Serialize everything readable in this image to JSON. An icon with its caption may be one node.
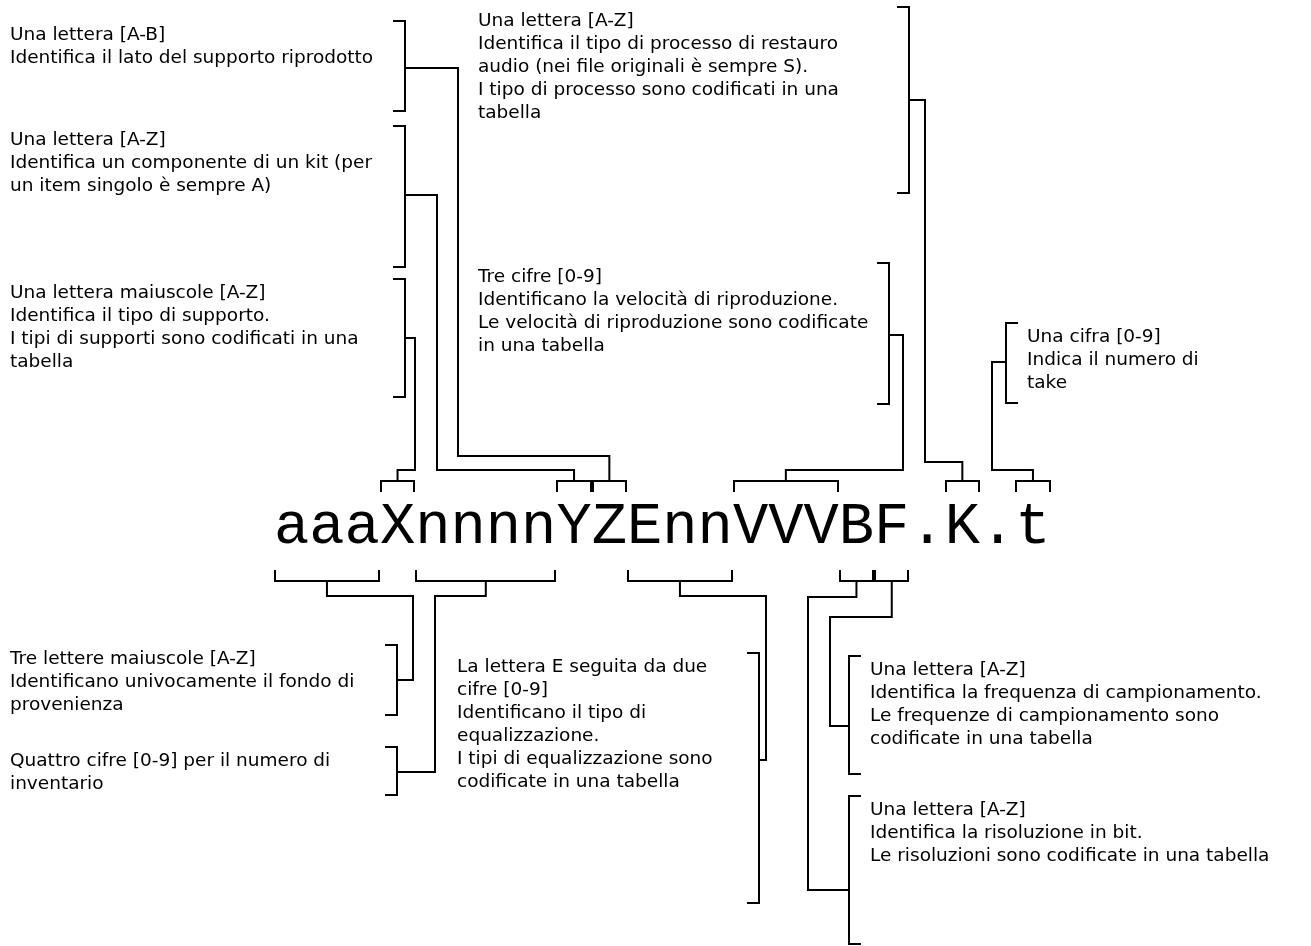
{
  "diagram": {
    "nodes": [
      {
        "text": [
          "Una lettera [A-B]",
          "Identifica il lato del supporto riprodotto"
        ]
      },
      {
        "text": [
          "Una lettera [A-Z]",
          "Identifica il tipo di processo di restauro audio (nei file originali è sempre S).",
          "I tipo di processo sono codificati in una tabella"
        ]
      },
      {
        "text": [
          "Una lettera [A-Z]",
          "Identifica un componente di un kit (per un item singolo è sempre A)"
        ]
      },
      {
        "text": [
          "Tre cifre [0-9]",
          "Identificano la velocità di riproduzione.",
          "Le velocità di riproduzione sono codificate in una tabella"
        ]
      },
      {
        "text": [
          "Una lettera maiuscole [A-Z]",
          "Identifica il tipo di supporto.",
          "I tipi di supporti sono codificati in una tabella"
        ]
      },
      {
        "text": [
          "Una cifra [0-9]",
          "Indica il numero di take"
        ]
      },
      {
        "text": [
          "aaa"
        ]
      },
      {
        "text": [
          "X"
        ]
      },
      {
        "text": [
          "nnnn"
        ]
      },
      {
        "text": [
          "Y"
        ]
      },
      {
        "text": [
          "Z"
        ]
      },
      {
        "text": [
          "Enn"
        ]
      },
      {
        "text": [
          "VVV"
        ]
      },
      {
        "text": [
          "B"
        ]
      },
      {
        "text": [
          "F"
        ]
      },
      {
        "text": [
          "K"
        ]
      },
      {
        "text": [
          "t"
        ]
      },
      {
        "text": [
          "Tre lettere maiuscole [A-Z]",
          "Identificano univocamente il fondo di provenienza"
        ]
      },
      {
        "text": [
          "La lettera E seguita da due cifre [0-9]",
          "Identificano il tipo di equalizzazione.",
          "I tipi di equalizzazione sono codificate in una tabella"
        ]
      },
      {
        "text": [
          "Una lettera [A-Z]",
          "Identifica la frequenza di campionamento.",
          "Le frequenze di campionamento sono codificate in una tabella"
        ]
      },
      {
        "text": [
          "Quattro cifre [0-9] per il numero di inventario"
        ]
      },
      {
        "text": [
          "Una lettera [A-Z]",
          "Identifica la risoluzione in bit.",
          "Le risoluzioni sono codificate in una tabella"
        ]
      }
    ],
    "edges": [
      {
        "from": 0,
        "to": 10,
        "arrow": "none"
      },
      {
        "from": 1,
        "to": 15,
        "arrow": "none"
      },
      {
        "from": 2,
        "to": 9,
        "arrow": "none"
      },
      {
        "from": 3,
        "to": 12,
        "arrow": "none"
      },
      {
        "from": 4,
        "to": 7,
        "arrow": "none"
      },
      {
        "from": 5,
        "to": 16,
        "arrow": "none"
      },
      {
        "from": 17,
        "to": 6,
        "arrow": "none"
      },
      {
        "from": 18,
        "to": 11,
        "arrow": "none"
      },
      {
        "from": 19,
        "to": 14,
        "arrow": "none"
      },
      {
        "from": 20,
        "to": 8,
        "arrow": "none"
      },
      {
        "from": 21,
        "to": 13,
        "arrow": "none"
      }
    ],
    "labels": [
      ".",
      "."
    ]
  }
}
